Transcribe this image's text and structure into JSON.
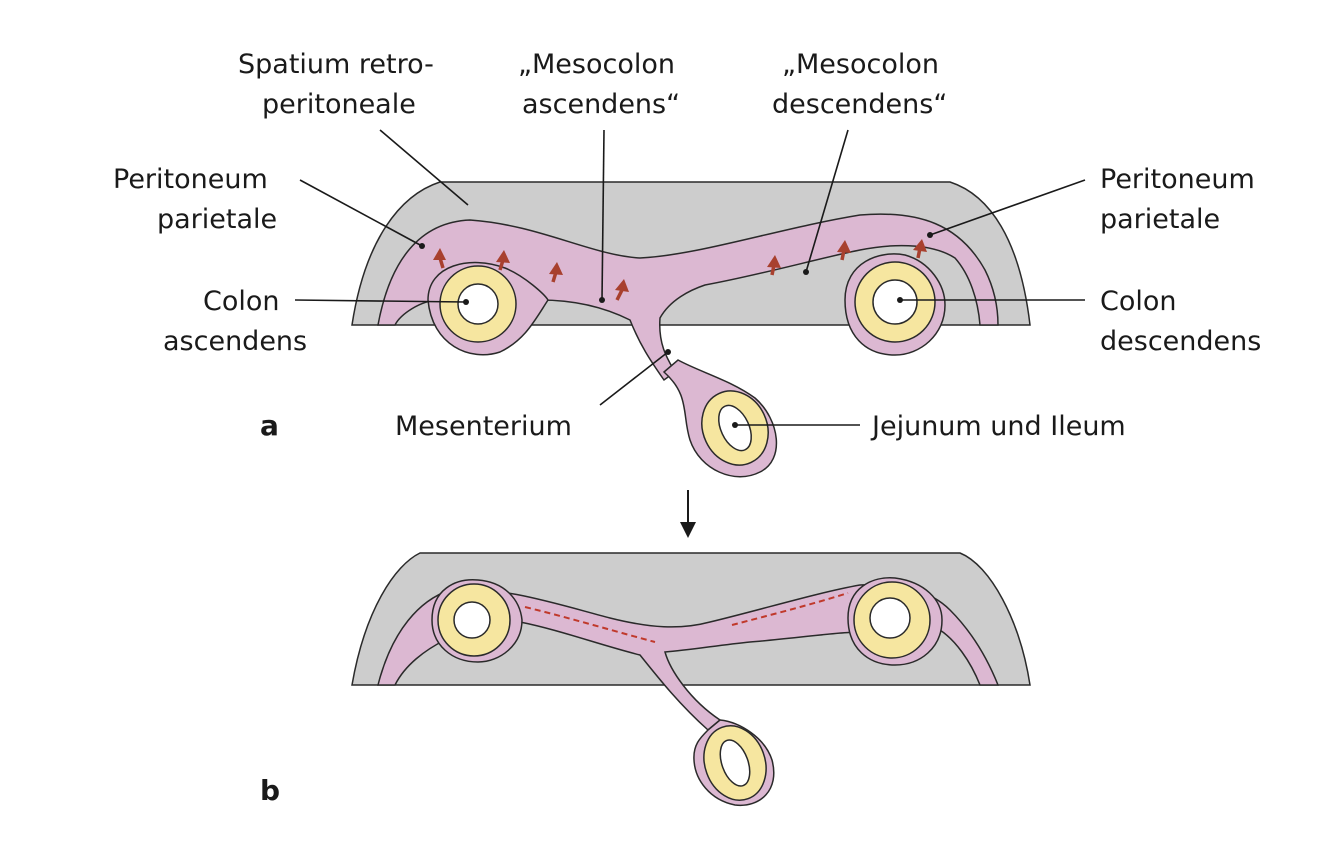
{
  "labels": {
    "spatium_retro_line1": "Spatium retro-",
    "spatium_retro_line2": "peritoneale",
    "mesocolon_asc_line1": "„Mesocolon",
    "mesocolon_asc_line2": "ascendens“",
    "mesocolon_desc_line1": "„Mesocolon",
    "mesocolon_desc_line2": "descendens“",
    "peritoneum_left_line1": "Peritoneum",
    "peritoneum_left_line2": "parietale",
    "peritoneum_right_line1": "Peritoneum",
    "peritoneum_right_line2": "parietale",
    "colon_asc_line1": "Colon",
    "colon_asc_line2": "ascendens",
    "colon_desc_line1": "Colon",
    "colon_desc_line2": "descendens",
    "mesenterium": "Mesenterium",
    "jejunum": "Jejunum und Ileum"
  },
  "panels": {
    "a": "a",
    "b": "b"
  },
  "colors": {
    "retroperitoneal_space": "#cdcdcd",
    "peritoneum": "#dcb8d2",
    "colon_wall": "#f6e6a0",
    "arrows": "#a8402e",
    "fusion_line": "#c0392b"
  }
}
